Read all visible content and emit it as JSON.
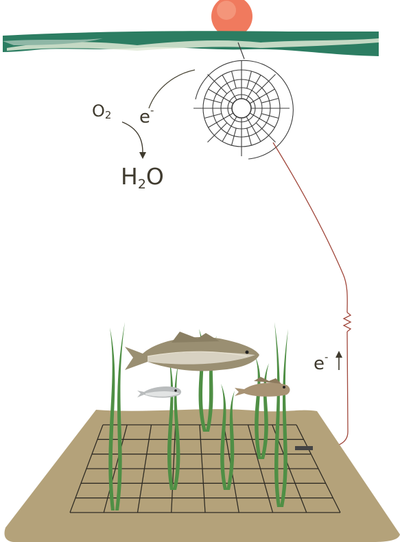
{
  "labels": {
    "oxygen": "O",
    "oxygen_sub": "2",
    "electron_top": "e",
    "electron_top_sup": "-",
    "water_h": "H",
    "water_sub": "2",
    "water_o": "O",
    "electron_up": "e",
    "electron_up_sup": "-"
  },
  "colors": {
    "water_surface": "#2c7d62",
    "water_highlight": "#dfe9d6",
    "buoy": "#f07a5e",
    "cathode": "#3a3a3a",
    "wire": "#a0463a",
    "sediment": "#b4a27a",
    "seagrass": "#4f8f45",
    "arrow": "#3f3a2e"
  },
  "icons": [
    "buoy-icon",
    "cathode-brush-icon",
    "resistor-icon",
    "anode-electrode-icon",
    "cod-fish-icon",
    "stickleback-fish-icon",
    "goby-fish-icon",
    "seagrass-icon",
    "up-arrow-icon"
  ]
}
